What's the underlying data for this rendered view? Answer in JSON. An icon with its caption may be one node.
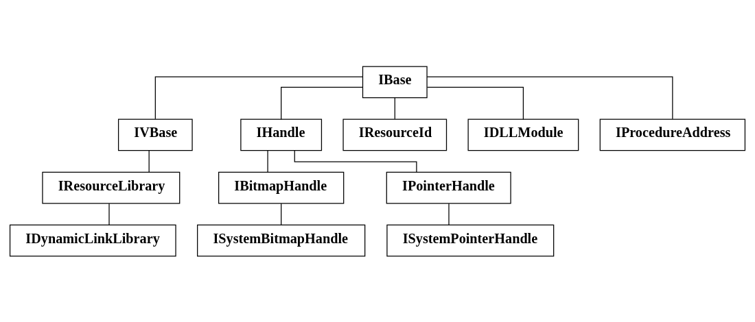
{
  "diagram": {
    "nodes": [
      {
        "text": [
          "IBase"
        ]
      },
      {
        "text": [
          "IVBase"
        ]
      },
      {
        "text": [
          "IHandle"
        ]
      },
      {
        "text": [
          "IResourceId"
        ]
      },
      {
        "text": [
          "IDLLModule"
        ]
      },
      {
        "text": [
          "IResourceLibrary"
        ]
      },
      {
        "text": [
          "IProcedureAddress"
        ]
      },
      {
        "text": [
          "IDynamicLinkLibrary"
        ]
      },
      {
        "text": [
          "IBitmapHandle"
        ]
      },
      {
        "text": [
          "IPointerHandle"
        ]
      },
      {
        "text": [
          "ISystemBitmapHandle"
        ]
      },
      {
        "text": [
          "ISystemPointerHandle"
        ]
      }
    ],
    "edges": [
      {
        "from": 0,
        "to": 1,
        "arrow": "none"
      },
      {
        "from": 0,
        "to": 2,
        "arrow": "none"
      },
      {
        "from": 0,
        "to": 3,
        "arrow": "none"
      },
      {
        "from": 0,
        "to": 4,
        "arrow": "none"
      },
      {
        "from": 0,
        "to": 6,
        "arrow": "none"
      },
      {
        "from": 1,
        "to": 5,
        "arrow": "none"
      },
      {
        "from": 5,
        "to": 7,
        "arrow": "none"
      },
      {
        "from": 2,
        "to": 8,
        "arrow": "none"
      },
      {
        "from": 2,
        "to": 9,
        "arrow": "none"
      },
      {
        "from": 8,
        "to": 10,
        "arrow": "none"
      },
      {
        "from": 9,
        "to": 11,
        "arrow": "none"
      }
    ]
  }
}
